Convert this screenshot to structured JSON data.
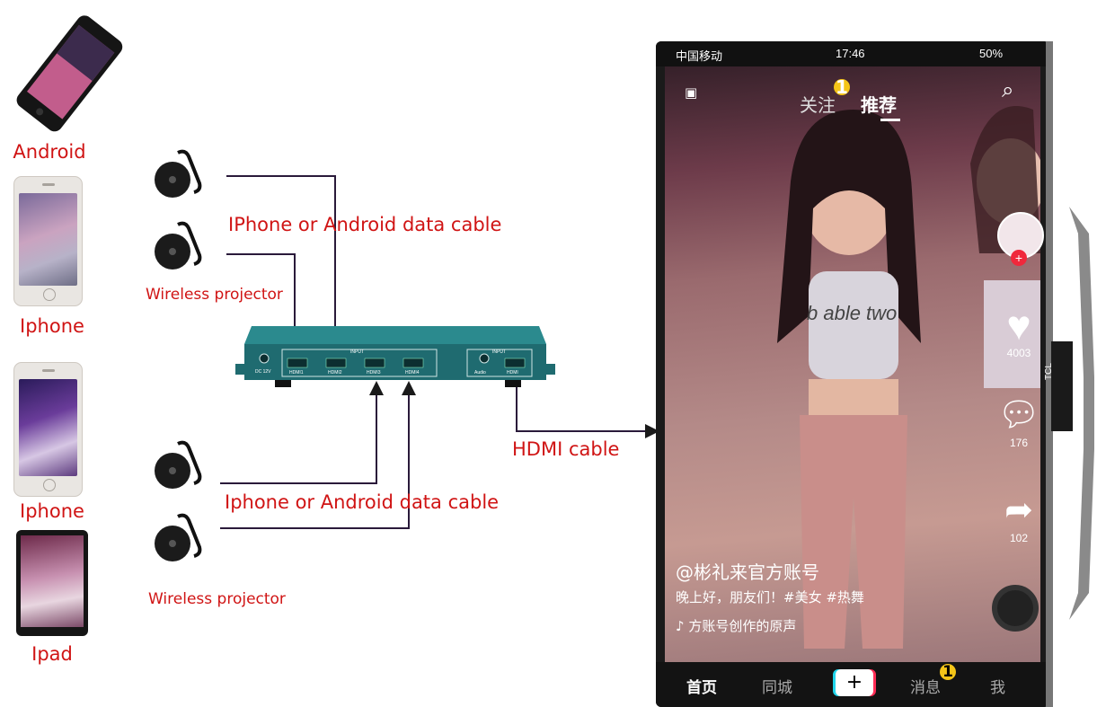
{
  "devices": {
    "android_label": "Android",
    "iphone1_label": "Iphone",
    "iphone2_label": "Iphone",
    "ipad_label": "Ipad"
  },
  "cables": {
    "top_data_cable": "IPhone or Android data cable",
    "bottom_data_cable": "Iphone or Android data cable",
    "hdmi_cable": "HDMI cable"
  },
  "projectors": {
    "top_label": "Wireless projector",
    "bottom_label": "Wireless projector"
  },
  "switcher": {
    "input_header": "INPUT",
    "output_header": "INPUT",
    "power_label": "DC 12V",
    "hdmi1": "HDMI1",
    "hdmi2": "HDMI2",
    "hdmi3": "HDMI3",
    "hdmi4": "HDMI4",
    "audio": "Audio",
    "hdmi_out": "HDMI",
    "body_color": "#1f6b70"
  },
  "screen": {
    "status_carrier": "中国移动",
    "status_time": "17:46",
    "status_battery": "50%",
    "tab_follow": "关注",
    "tab_follow_badge": "1",
    "tab_recommend": "推荐",
    "shirt_text": "b able two",
    "likes": "4003",
    "comments": "176",
    "shares": "102",
    "username": "@彬礼来官方账号",
    "caption": "晚上好，朋友们！#美女 #热舞",
    "music": "♪ 方账号创作的原声",
    "nav_home": "首页",
    "nav_local": "同城",
    "nav_add": "+",
    "nav_messages": "消息",
    "nav_messages_badge": "1",
    "nav_me": "我",
    "tv_brand": "TCL"
  },
  "colors": {
    "label_red": "#d01414",
    "line_dark": "#2a1a3a"
  }
}
